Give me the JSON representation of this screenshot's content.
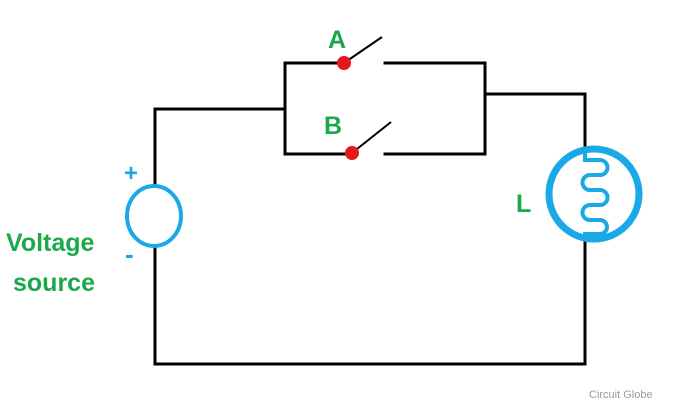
{
  "labels": {
    "switch_a": "A",
    "switch_b": "B",
    "lamp": "L",
    "plus": "+",
    "minus": "-",
    "source_line1": "Voltage",
    "source_line2": "source"
  },
  "watermark": "Circuit Globe",
  "colors": {
    "wire": "#000000",
    "component": "#19a9e6",
    "label": "#1aa84b",
    "contact": "#e8171b",
    "watermark": "#9a9a9a"
  }
}
